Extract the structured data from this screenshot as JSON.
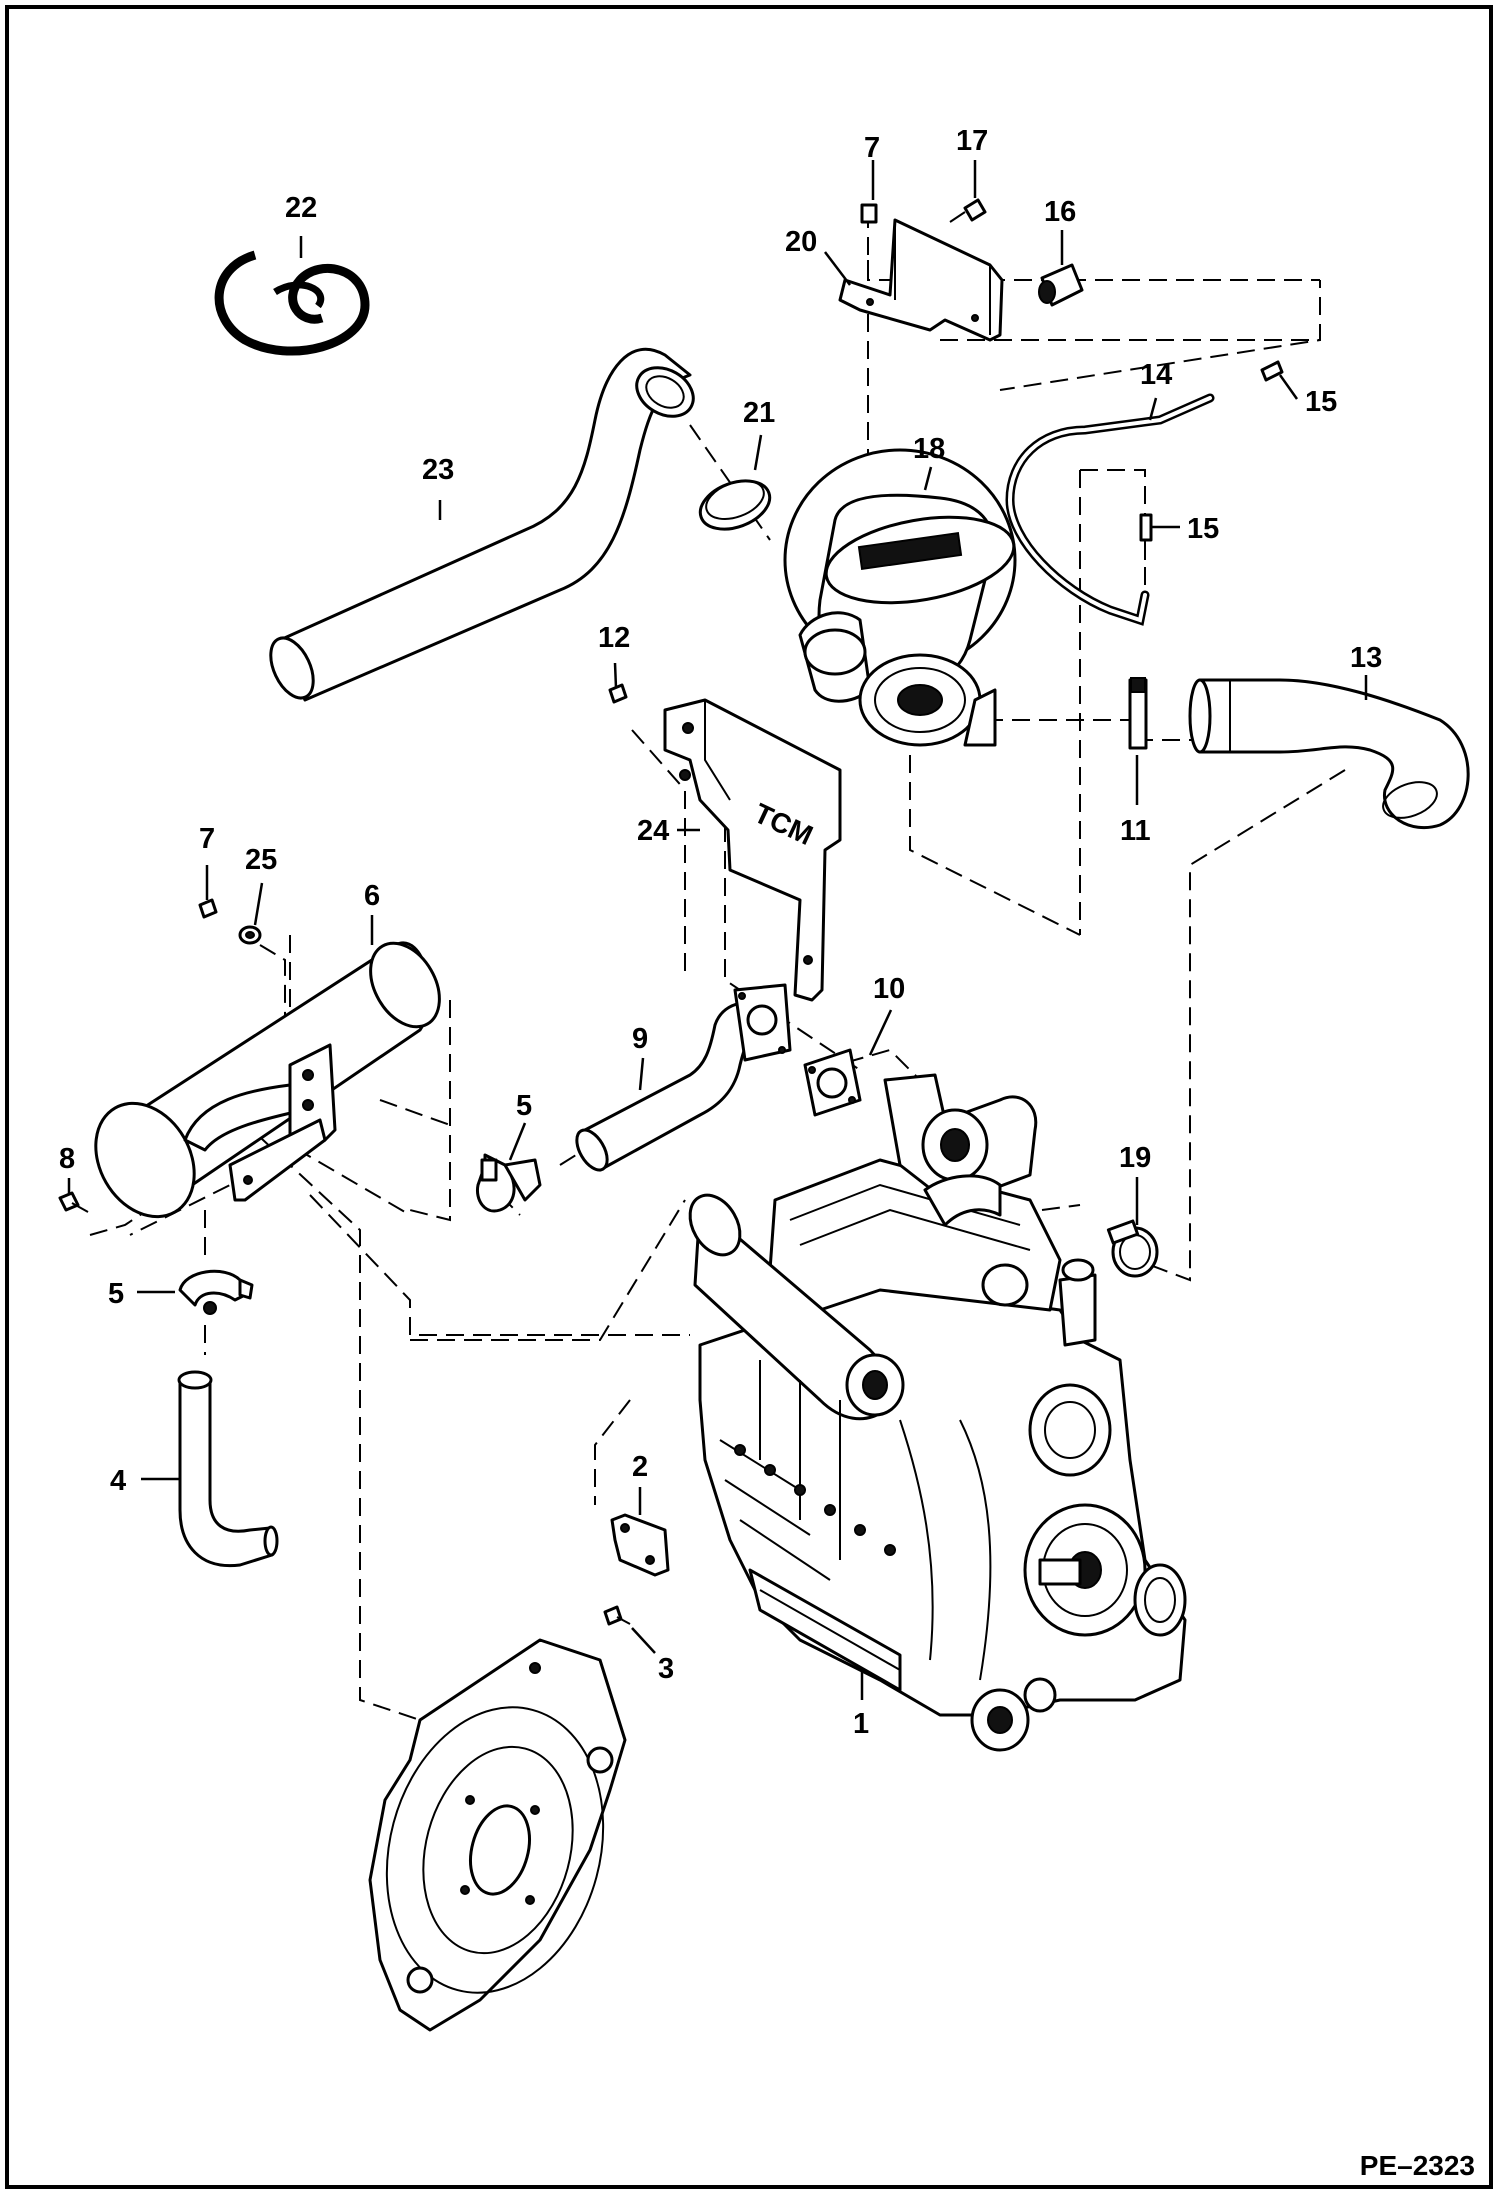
{
  "diagram": {
    "figure_code": "PE–2323",
    "callouts": [
      "1",
      "2",
      "3",
      "4",
      "5",
      "5",
      "6",
      "7",
      "7",
      "8",
      "9",
      "10",
      "11",
      "12",
      "13",
      "14",
      "15",
      "15",
      "16",
      "17",
      "18",
      "19",
      "20",
      "21",
      "22",
      "23",
      "24",
      "25"
    ],
    "part_marking": "TCM"
  }
}
